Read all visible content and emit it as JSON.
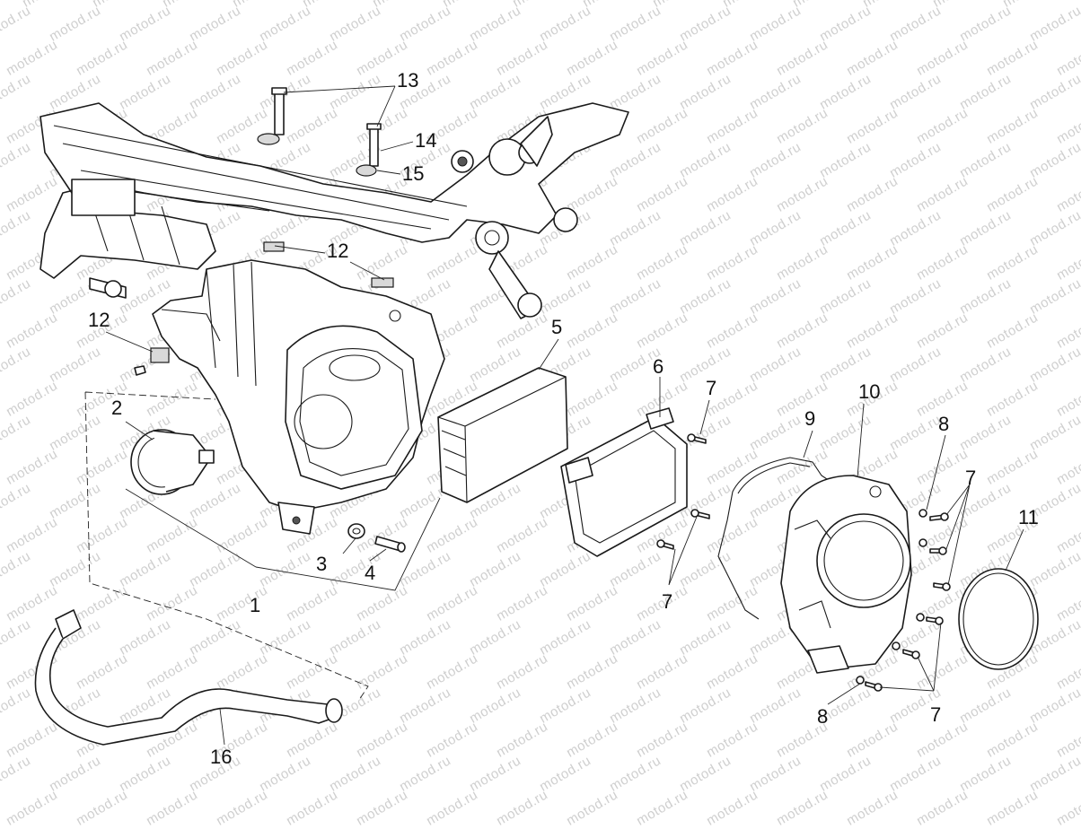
{
  "watermark": "motod.ru",
  "callouts": [
    "13",
    "14",
    "15",
    "12",
    "12",
    "5",
    "6",
    "7",
    "10",
    "9",
    "8",
    "7",
    "11",
    "2",
    "3",
    "4",
    "1",
    "7",
    "8",
    "7",
    "16"
  ]
}
